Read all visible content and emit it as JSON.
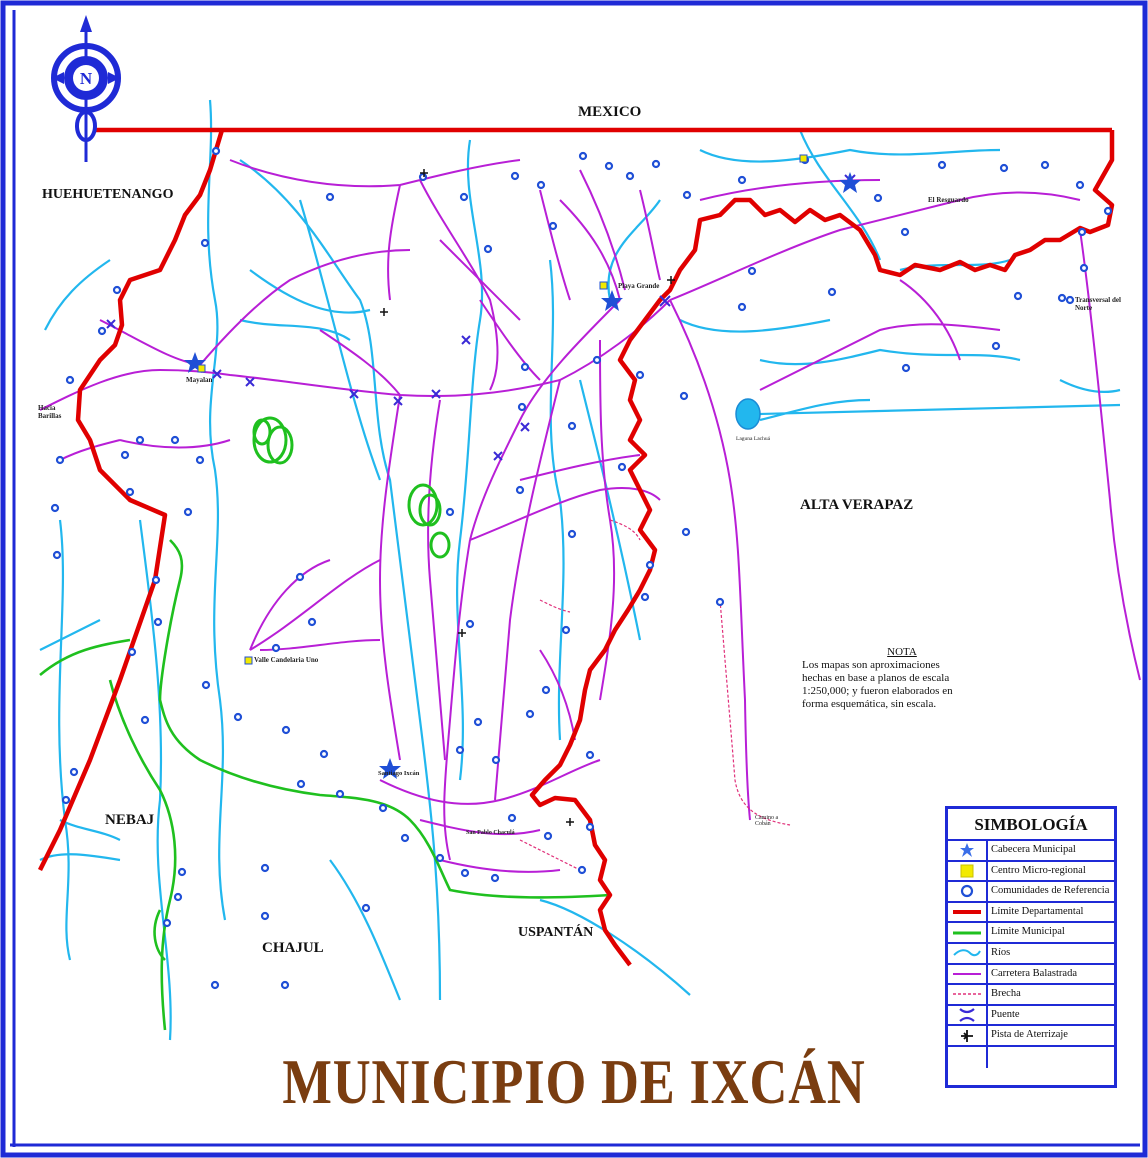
{
  "title": "MUNICIPIO DE IXCÁN",
  "regions": {
    "mexico": "MEXICO",
    "huehuetenango": "HUEHUETENANGO",
    "alta_verapaz": "ALTA VERAPAZ",
    "nebaj": "NEBAJ",
    "chajul": "CHAJUL",
    "uspantan": "USPANTÁN"
  },
  "places": {
    "playa_grande": "Playa Grande",
    "mayalan": "Mayalan",
    "valle_candelaria": "Valle Candelaria Uno",
    "santiago_ixcan": "Santiago Ixcán",
    "san_pablo": "San Pablo Chaculá",
    "el_resguardo": "El Resguardo",
    "transversal": "Transversal del Norte",
    "hacia_barillas": "Hacia Barillas",
    "camino_coban": "Camino a Cobán",
    "laguna_lachua": "Laguna Lachuá"
  },
  "note": {
    "title": "NOTA",
    "text": "Los mapas son aproximaciones hechas en base a planos de escala 1:250,000; y fueron elaborados en forma esquemática, sin escala."
  },
  "legend": {
    "title": "SIMBOLOGÍA",
    "items": [
      {
        "label": "Cabecera Municipal",
        "icon": "cabecera-icon"
      },
      {
        "label": "Centro Micro-regional",
        "icon": "micro-regional-icon"
      },
      {
        "label": "Comunidades de Referencia",
        "icon": "community-icon"
      },
      {
        "label": "Límite Departamental",
        "icon": "departmental-limit-icon"
      },
      {
        "label": "Límite Municipal",
        "icon": "municipal-limit-icon"
      },
      {
        "label": "Ríos",
        "icon": "river-icon"
      },
      {
        "label": "Carretera Balastrada",
        "icon": "road-icon"
      },
      {
        "label": "Brecha",
        "icon": "trail-icon"
      },
      {
        "label": "Puente",
        "icon": "bridge-icon"
      },
      {
        "label": "Pista de Aterrizaje",
        "icon": "airstrip-icon"
      },
      {
        "label": "",
        "icon": ""
      }
    ]
  },
  "colors": {
    "frame": "#1f2ad6",
    "departmental_limit": "#e00000",
    "municipal_limit": "#1fc01f",
    "river": "#22b7ee",
    "road": "#b81fd6",
    "community": "#1f4fd6",
    "title": "#7a3d10"
  }
}
